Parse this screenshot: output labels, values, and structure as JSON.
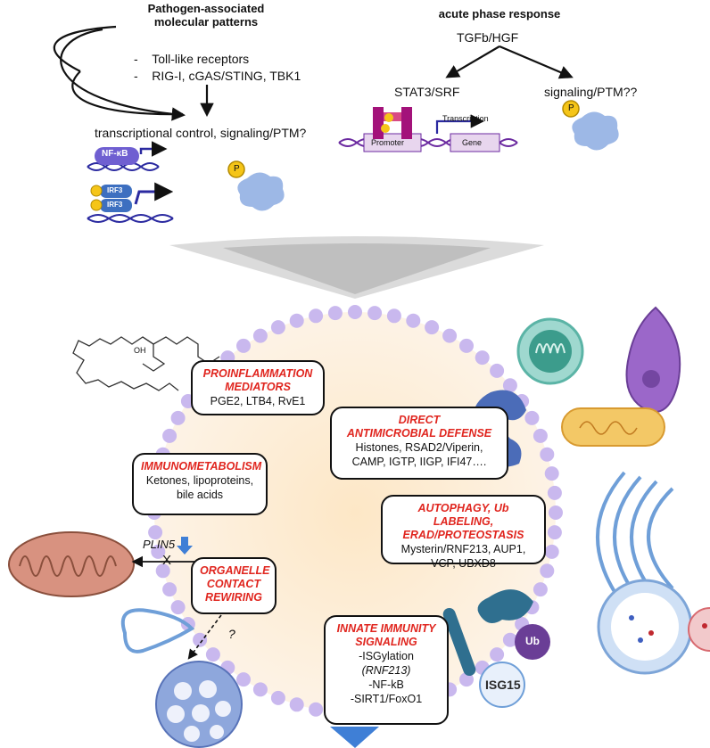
{
  "top": {
    "pamp_title": "Pathogen-associated\nmolecular patterns",
    "pamp_items": [
      "Toll-like receptors",
      "RIG-I, cGAS/STING, TBK1"
    ],
    "pamp_result": "transcriptional control, signaling/PTM?",
    "acute_title": "acute phase response",
    "tgfb": "TGFb/HGF",
    "stat3": "STAT3/SRF",
    "signaling": "signaling/PTM??",
    "nfkb": "NF-κB",
    "irf3": "IRF3",
    "p": "P",
    "transcription": "Transcription",
    "promoter": "Promoter",
    "gene": "Gene"
  },
  "boxes": {
    "proinflammation": {
      "title": [
        "PROINFLAMMATION",
        "MEDIATORS"
      ],
      "body": [
        "PGE2, LTB4, RvE1"
      ]
    },
    "antimicrobial": {
      "title": [
        "DIRECT",
        "ANTIMICROBIAL DEFENSE"
      ],
      "body": [
        "Histones, RSAD2/Viperin,",
        "CAMP, IGTP, IIGP, IFI47…."
      ]
    },
    "immunometabolism": {
      "title": [
        "IMMUNOMETABOLISM"
      ],
      "body": [
        "Ketones, lipoproteins,",
        "bile acids"
      ]
    },
    "autophagy": {
      "title": [
        "AUTOPHAGY, Ub LABELING,",
        "ERAD/PROTEOSTASIS"
      ],
      "body": [
        "Mysterin/RNF213, AUP1,",
        "VCP, UBXD8"
      ]
    },
    "organelle": {
      "title": [
        "ORGANELLE",
        "CONTACT",
        "REWIRING"
      ],
      "body": []
    },
    "innate": {
      "title": [
        "INNATE IMMUNITY",
        "SIGNALING"
      ],
      "body": [
        "-ISGylation",
        "(RNF213)",
        "-NF-kB",
        "-SIRT1/FoxO1"
      ]
    }
  },
  "labels": {
    "plin5": "PLIN5",
    "x_mark": "X",
    "question": "?",
    "oh": "OH",
    "ub": "Ub",
    "isg15": "ISG15"
  },
  "colors": {
    "accent_red": "#e0261f",
    "lipid_fill": "#fdf1de",
    "membrane": "#c9b8ee",
    "nfkb_purple": "#6f5fd1",
    "irf3_blue": "#3d6fc0",
    "phospho_yellow": "#f5c518",
    "protein_blue": "#9db8e6"
  }
}
